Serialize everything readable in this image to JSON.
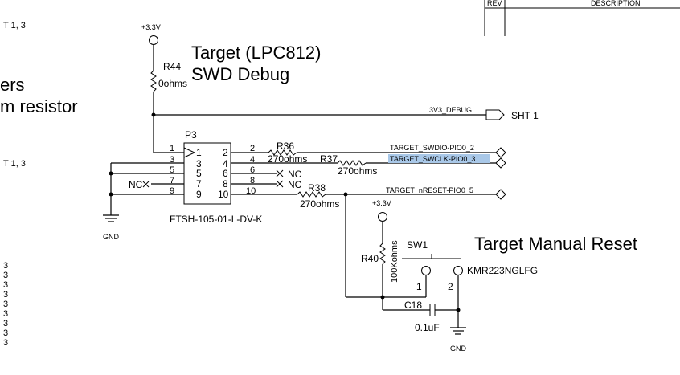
{
  "titles": {
    "target": "Target (LPC812)",
    "swd": "SWD Debug",
    "manual_reset": "Target Manual Reset"
  },
  "left_edge": {
    "sht_a": "T 1, 3",
    "sht_b": "T 1, 3",
    "ers": "ers",
    "resistor": "m resistor",
    "threes": [
      "3",
      "3",
      "3",
      "3",
      "3",
      "3",
      "3",
      "3",
      "3"
    ]
  },
  "title_block": {
    "rev": "REV",
    "description": "DESCRIPTION"
  },
  "power": {
    "top": "+3.3V",
    "reset": "+3.3V"
  },
  "r44": {
    "ref": "R44",
    "value": "0ohms"
  },
  "r36": {
    "ref": "R36",
    "value": "270ohms"
  },
  "r37": {
    "ref": "R37",
    "value": "270ohms"
  },
  "r38": {
    "ref": "R38",
    "value": "270ohms"
  },
  "r40": {
    "ref": "R40",
    "value": "100Kohms"
  },
  "c18": {
    "ref": "C18",
    "value": "0.1uF"
  },
  "sw1": {
    "ref": "SW1",
    "part": "KMR223NGLFG",
    "pin1": "1",
    "pin2": "2"
  },
  "connector": {
    "ref": "P3",
    "part": "FTSH-105-01-L-DV-K",
    "left_pins": [
      "1",
      "3",
      "5",
      "7",
      "9"
    ],
    "right_pins": [
      "2",
      "4",
      "6",
      "8",
      "10"
    ],
    "outer_left": [
      "1",
      "3",
      "5",
      "7",
      "9"
    ],
    "outer_right": [
      "2",
      "4",
      "6",
      "8",
      "10"
    ]
  },
  "nets": {
    "debug": "3V3_DEBUG",
    "swdio": "TARGET_SWDIO-PIO0_2",
    "swclk": "TARGET_SWCLK-PIO0_3",
    "nreset": "TARGET_nRESET-PIO0_5",
    "sht": "SHT 1"
  },
  "nc": {
    "pin6": "NC",
    "pin8": "NC",
    "pin7": "NC"
  },
  "gnd": {
    "left": "GND",
    "right": "GND"
  },
  "colors": {
    "highlight": "#a9c8e8"
  }
}
